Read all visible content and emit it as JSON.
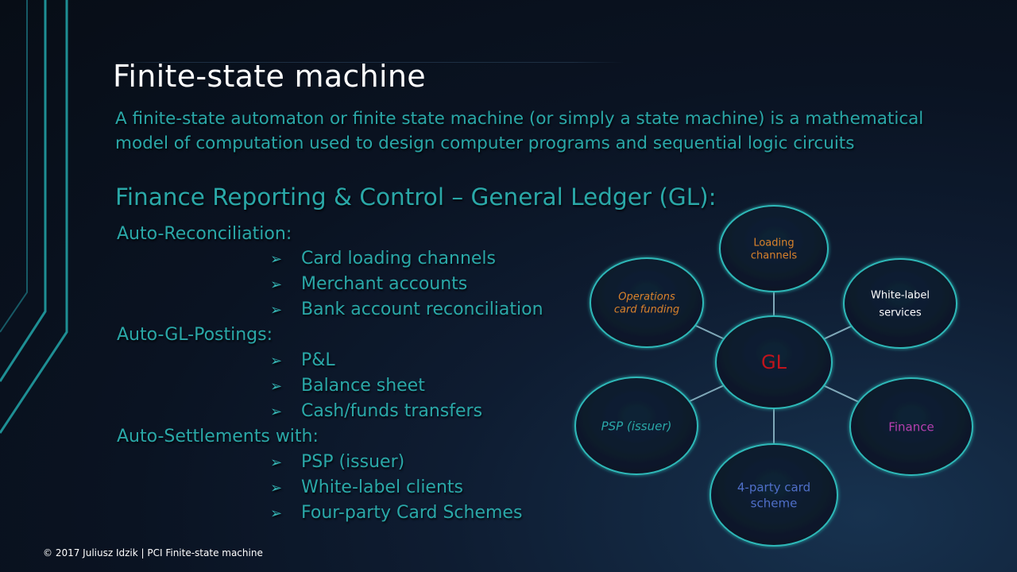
{
  "slide": {
    "title": "Finite-state machine",
    "definition": "A finite-state automaton or finite state machine (or simply a state machine) is a mathematical model of computation used to design computer programs and sequential logic circuits",
    "section_heading": "Finance Reporting & Control – General Ledger (GL):",
    "bullet_glyph": "➢",
    "groups": [
      {
        "heading": "Auto-Reconciliation:",
        "items": [
          "Card loading channels",
          "Merchant accounts",
          "Bank account reconciliation"
        ]
      },
      {
        "heading": "Auto-GL-Postings:",
        "items": [
          "P&L",
          "Balance sheet",
          "Cash/funds transfers"
        ]
      },
      {
        "heading": "Auto-Settlements with:",
        "items": [
          "PSP (issuer)",
          "White-label clients",
          "Four-party Card Schemes"
        ]
      }
    ],
    "footer": "© 2017 Juliusz Idzik | PCI Finite-state machine"
  },
  "diagram": {
    "center": {
      "label": "GL",
      "color": "#c0141c"
    },
    "nodes": [
      {
        "lines": [
          "Loading",
          "channels"
        ],
        "color": "#d9822b",
        "italic": false
      },
      {
        "lines": [
          "White-label",
          "services"
        ],
        "color": "#ffffff",
        "italic": false
      },
      {
        "lines": [
          "Finance"
        ],
        "color": "#b63fb0",
        "italic": false
      },
      {
        "lines": [
          "4-party card",
          "scheme"
        ],
        "color": "#4f6fc8",
        "italic": false
      },
      {
        "lines": [
          "PSP (issuer)"
        ],
        "color": "#2aa8a8",
        "italic": true
      },
      {
        "lines": [
          "Operations",
          "card funding"
        ],
        "color": "#d9822b",
        "italic": true
      }
    ],
    "stroke_color": "#2fb8b8",
    "connector_color": "#7fa8b8"
  },
  "colors": {
    "accent": "#2aa8a8",
    "title": "#ffffff"
  }
}
